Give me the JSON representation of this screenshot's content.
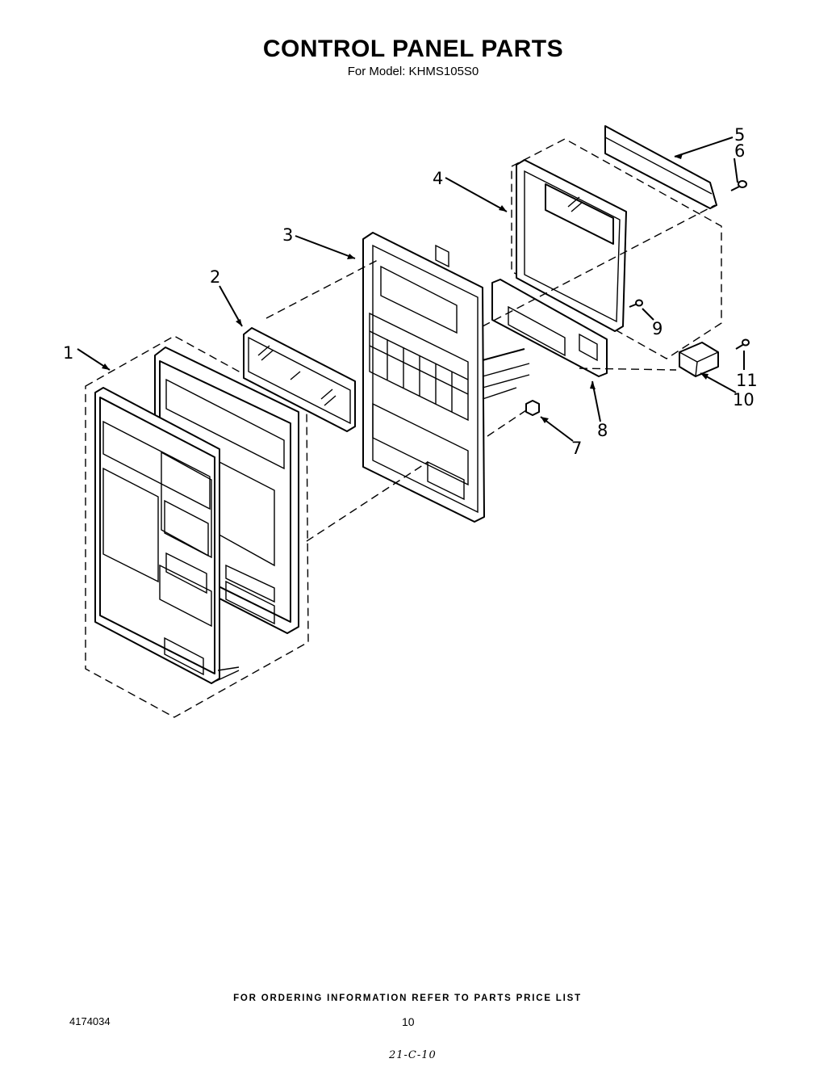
{
  "title": "CONTROL PANEL PARTS",
  "subtitle": "For Model: KHMS105S0",
  "callouts": [
    "1",
    "2",
    "3",
    "4",
    "5",
    "6",
    "7",
    "8",
    "9",
    "10",
    "11"
  ],
  "footer_note": "FOR ORDERING INFORMATION REFER TO PARTS PRICE LIST",
  "doc_number": "4174034",
  "page_number": "10",
  "handwritten_note": "21-C-10"
}
